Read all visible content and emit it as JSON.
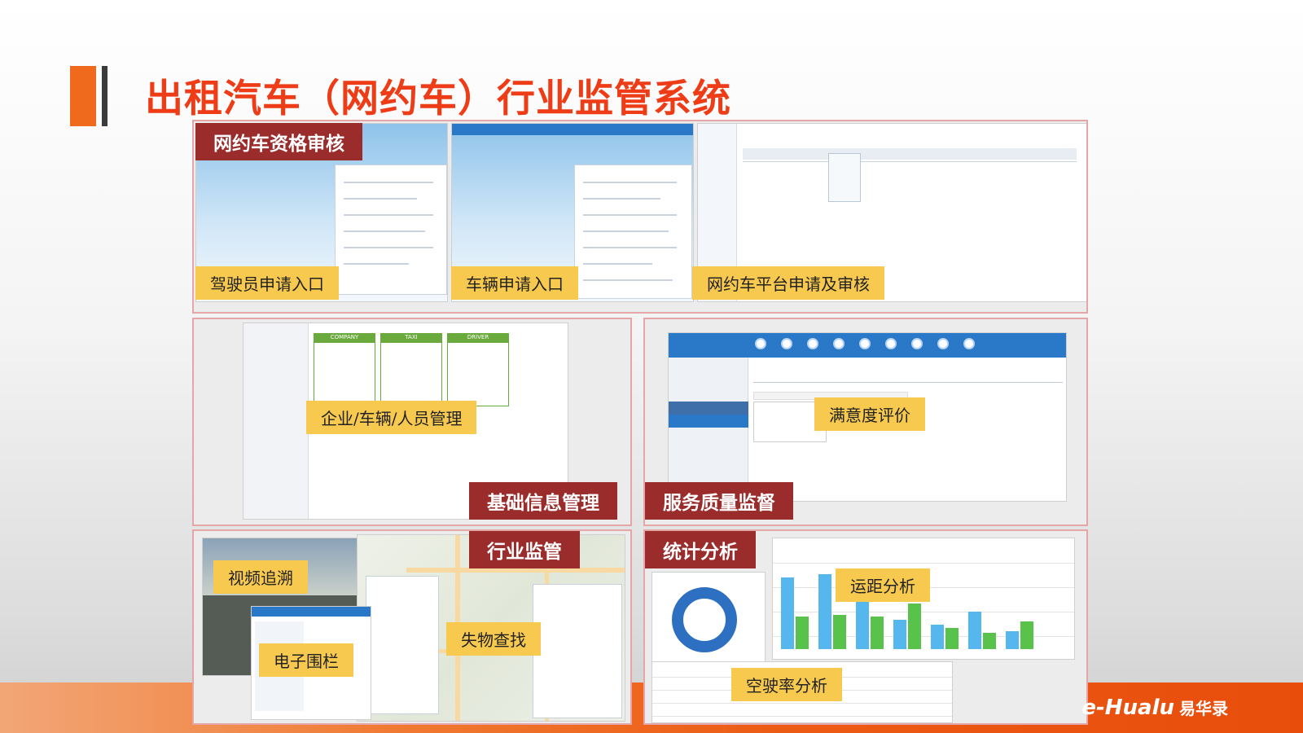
{
  "page": {
    "title": "出租汽车（网约车）行业监管系统",
    "brand_logo": "e-Hualu",
    "brand_cn": "易华录"
  },
  "colors": {
    "title_red": "#ee3c17",
    "accent_orange": "#f06a1e",
    "label_yellow": "#f7c94e",
    "header_dark_red": "#9b2c2c",
    "panel_border": "#e4a6a6"
  },
  "sections": {
    "qualification": {
      "header": "网约车资格审核",
      "labels": [
        "驾驶员申请入口",
        "车辆申请入口",
        "网约车平台申请及审核"
      ]
    },
    "basic_info": {
      "label": "企业/车辆/人员管理",
      "header": "基础信息管理",
      "column_heads": [
        "COMPANY",
        "TAXI",
        "DRIVER"
      ]
    },
    "service_quality": {
      "label": "满意度评价",
      "header": "服务质量监督"
    },
    "industry_supervision": {
      "header": "行业监管",
      "labels": [
        "视频追溯",
        "电子围栏",
        "失物查找"
      ]
    },
    "statistics": {
      "header": "统计分析",
      "labels": [
        "运距分析",
        "空驶率分析"
      ]
    }
  }
}
